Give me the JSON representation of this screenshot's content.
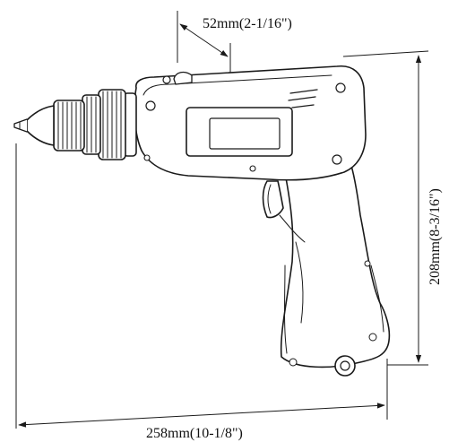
{
  "dimensions": {
    "width_label": "52mm(2-1/16\")",
    "height_label": "208mm(8-3/16\")",
    "length_label": "258mm(10-1/8\")"
  },
  "colors": {
    "line": "#1a1a1a",
    "background": "#ffffff"
  },
  "icons": [
    "drill-chuck-icon",
    "drill-body-icon",
    "trigger-icon",
    "handle-icon"
  ]
}
